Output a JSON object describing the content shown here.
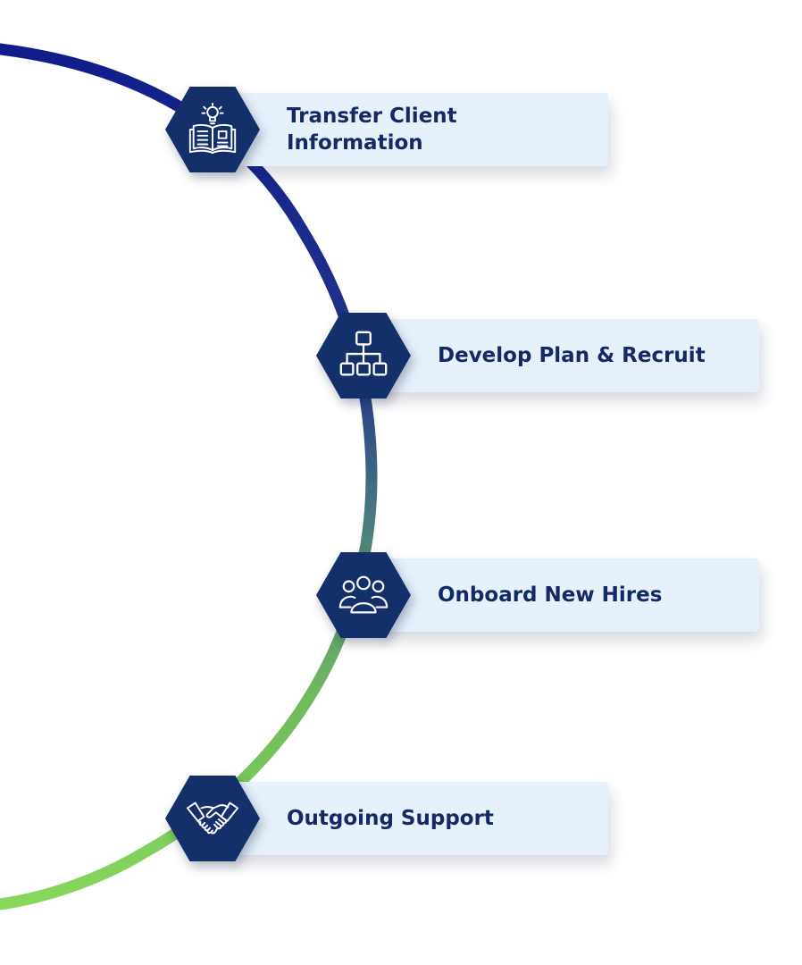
{
  "colors": {
    "arc_start": "#0d1a8c",
    "arc_mid": "#4f7f7c",
    "arc_end": "#8ee05a",
    "hexagon": "#14306b",
    "card_background": "#e6f1fb",
    "label_text": "#142a66"
  },
  "steps": [
    {
      "label": "Transfer Client\nInformation",
      "icon": "open-book-lightbulb-icon"
    },
    {
      "label": "Develop Plan & Recruit",
      "icon": "org-chart-icon"
    },
    {
      "label": "Onboard New Hires",
      "icon": "people-group-icon"
    },
    {
      "label": "Outgoing Support",
      "icon": "handshake-icon"
    }
  ]
}
